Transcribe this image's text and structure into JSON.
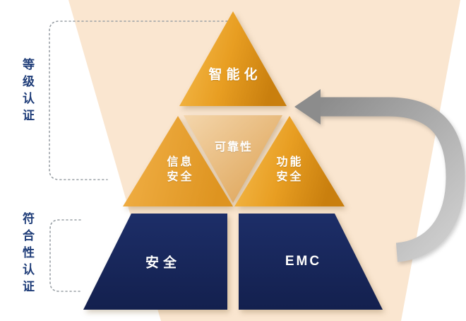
{
  "diagram": {
    "description": "certification pyramid diagram",
    "side_labels": {
      "grade_certification": "等级认证",
      "compliance_certification": "符合性认证"
    },
    "pyramid": {
      "top": {
        "label": "智能化"
      },
      "mid_left": {
        "lines": [
          "信息",
          "安全"
        ]
      },
      "mid_center": {
        "label": "可靠性"
      },
      "mid_right": {
        "lines": [
          "功能",
          "安全"
        ]
      },
      "bottom_left": {
        "label": "安全"
      },
      "bottom_right": {
        "label": "EMC"
      }
    },
    "colors": {
      "orange_light": "#F5BB4A",
      "orange_dark": "#CC830F",
      "tan_light": "#F4D3A6",
      "tan_dark": "#DCA050",
      "navy": "#16265C",
      "background_band": "#FAE6D0",
      "arrow_gray": "#A6A6A6",
      "label_navy": "#1E3C78",
      "dotted_line_gray": "#9AA0A6"
    }
  }
}
